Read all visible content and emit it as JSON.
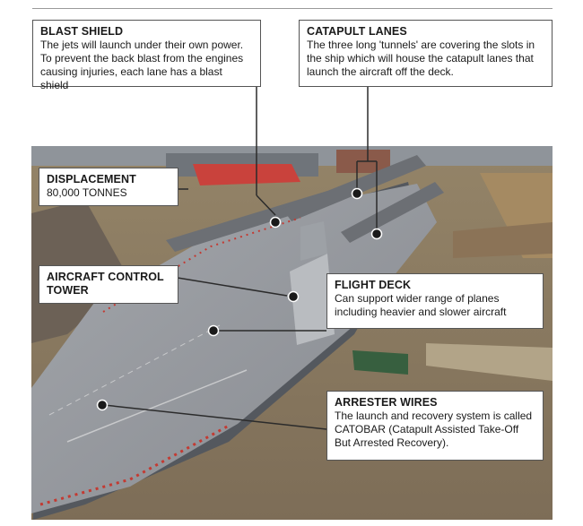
{
  "callouts": {
    "blast_shield": {
      "title": "BLAST SHIELD",
      "text": "The jets will launch under their own power. To prevent the back blast from the engines causing injuries, each lane has a blast shield"
    },
    "catapult_lanes": {
      "title": "CATAPULT LANES",
      "text": "The three long 'tunnels' are covering the slots in the ship which will house the catapult lanes that launch the aircraft off the deck."
    },
    "displacement": {
      "title": "DISPLACEMENT",
      "text": "80,000 TONNES"
    },
    "aircraft_control_tower": {
      "title": "AIRCRAFT CONTROL TOWER",
      "text": ""
    },
    "flight_deck": {
      "title": "FLIGHT DECK",
      "text": "Can support wider range of planes including heavier and slower aircraft"
    },
    "arrester_wires": {
      "title": "ARRESTER WIRES",
      "text": "The launch and recovery system is called CATOBAR (Catapult Assisted Take-Off But Arrested Recovery)."
    }
  },
  "colors": {
    "water": "#8b7a63",
    "deck": "#8e9196",
    "hull": "#54585e",
    "leader": "#2b2b2b"
  }
}
